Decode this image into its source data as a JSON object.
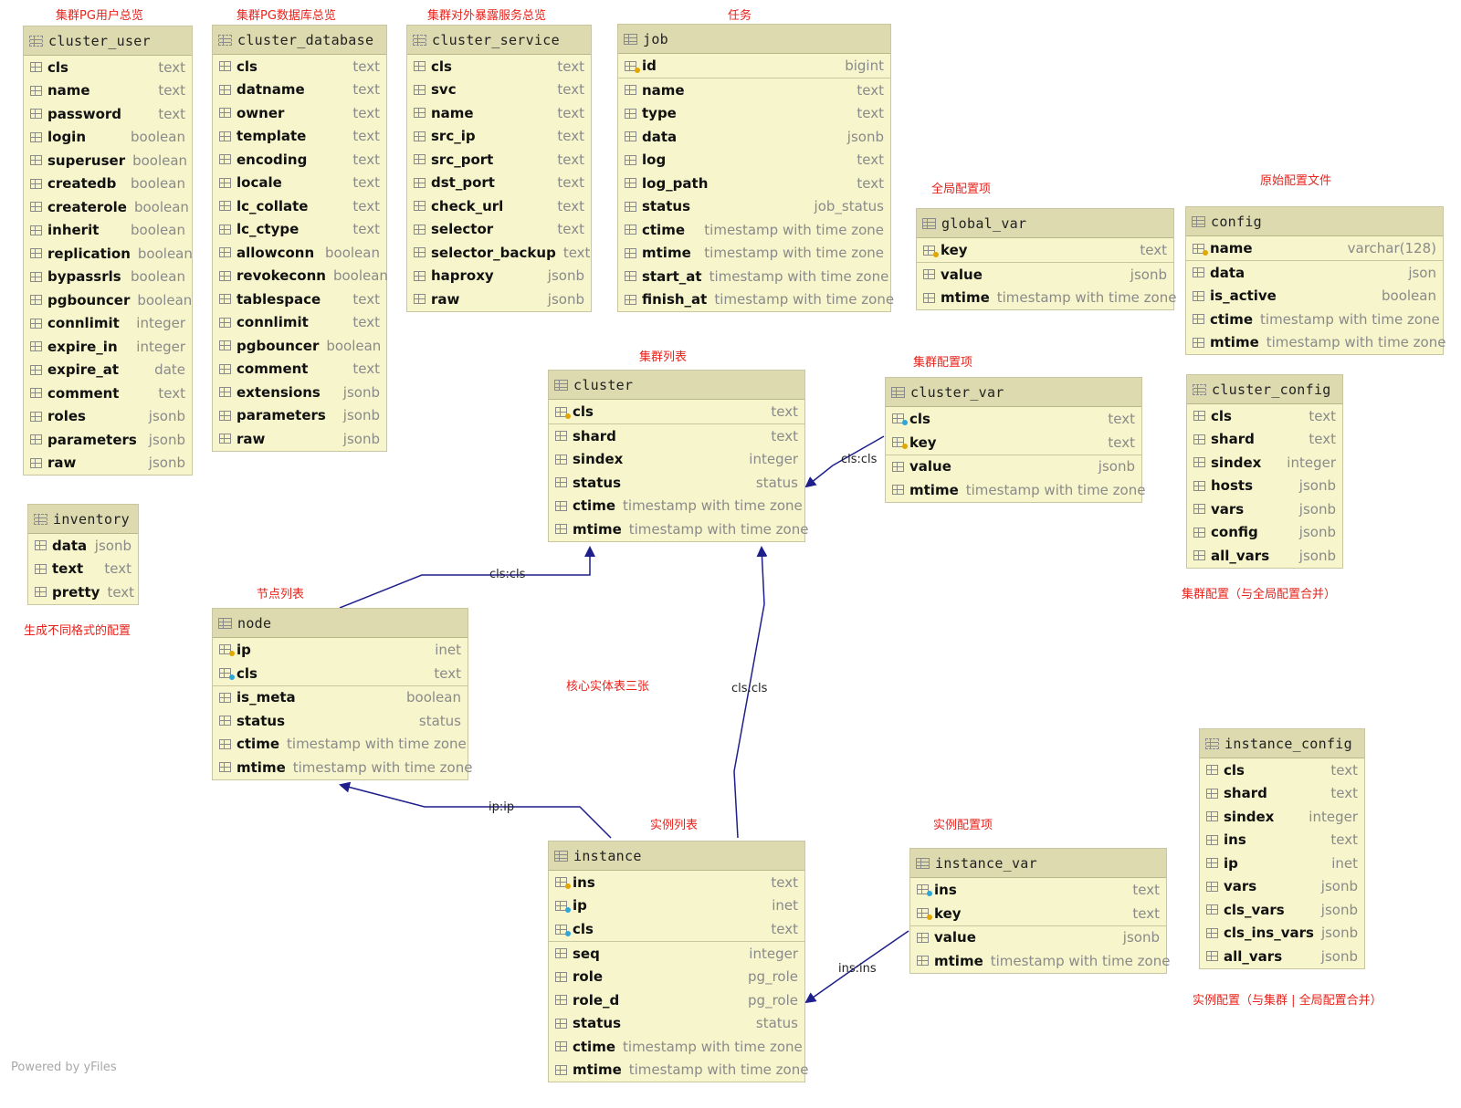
{
  "captions": {
    "cluster_user": "集群PG用户总览",
    "cluster_database": "集群PG数据库总览",
    "cluster_service": "集群对外暴露服务总览",
    "job": "任务",
    "global_var": "全局配置项",
    "config": "原始配置文件",
    "cluster": "集群列表",
    "cluster_var": "集群配置项",
    "cluster_config": "集群配置（与全局配置合并）",
    "inventory": "生成不同格式的配置",
    "node": "节点列表",
    "core": "核心实体表三张",
    "instance": "实例列表",
    "instance_var": "实例配置项",
    "instance_config": "实例配置（与集群 | 全局配置合并）"
  },
  "edge_labels": {
    "node_cluster": "cls:cls",
    "cluster_var_cluster": "cls:cls",
    "instance_cluster": "cls:cls",
    "instance_node": "ip:ip",
    "instance_var_instance": "ins:ins"
  },
  "footer": "Powered by yFiles",
  "colors": {
    "table_bg": "#f6f5cc",
    "header_bg": "#dcdaae",
    "edge": "#1f1f8c",
    "caption": "#e8231c"
  },
  "tables": {
    "cluster_user": {
      "name": "cluster_user",
      "kind": "view",
      "columns": [
        {
          "name": "cls",
          "type": "text"
        },
        {
          "name": "name",
          "type": "text"
        },
        {
          "name": "password",
          "type": "text"
        },
        {
          "name": "login",
          "type": "boolean"
        },
        {
          "name": "superuser",
          "type": "boolean"
        },
        {
          "name": "createdb",
          "type": "boolean"
        },
        {
          "name": "createrole",
          "type": "boolean"
        },
        {
          "name": "inherit",
          "type": "boolean"
        },
        {
          "name": "replication",
          "type": "boolean"
        },
        {
          "name": "bypassrls",
          "type": "boolean"
        },
        {
          "name": "pgbouncer",
          "type": "boolean"
        },
        {
          "name": "connlimit",
          "type": "integer"
        },
        {
          "name": "expire_in",
          "type": "integer"
        },
        {
          "name": "expire_at",
          "type": "date"
        },
        {
          "name": "comment",
          "type": "text"
        },
        {
          "name": "roles",
          "type": "jsonb"
        },
        {
          "name": "parameters",
          "type": "jsonb"
        },
        {
          "name": "raw",
          "type": "jsonb"
        }
      ]
    },
    "cluster_database": {
      "name": "cluster_database",
      "kind": "view",
      "columns": [
        {
          "name": "cls",
          "type": "text"
        },
        {
          "name": "datname",
          "type": "text"
        },
        {
          "name": "owner",
          "type": "text"
        },
        {
          "name": "template",
          "type": "text"
        },
        {
          "name": "encoding",
          "type": "text"
        },
        {
          "name": "locale",
          "type": "text"
        },
        {
          "name": "lc_collate",
          "type": "text"
        },
        {
          "name": "lc_ctype",
          "type": "text"
        },
        {
          "name": "allowconn",
          "type": "boolean"
        },
        {
          "name": "revokeconn",
          "type": "boolean"
        },
        {
          "name": "tablespace",
          "type": "text"
        },
        {
          "name": "connlimit",
          "type": "text"
        },
        {
          "name": "pgbouncer",
          "type": "boolean"
        },
        {
          "name": "comment",
          "type": "text"
        },
        {
          "name": "extensions",
          "type": "jsonb"
        },
        {
          "name": "parameters",
          "type": "jsonb"
        },
        {
          "name": "raw",
          "type": "jsonb"
        }
      ]
    },
    "cluster_service": {
      "name": "cluster_service",
      "kind": "view",
      "columns": [
        {
          "name": "cls",
          "type": "text"
        },
        {
          "name": "svc",
          "type": "text"
        },
        {
          "name": "name",
          "type": "text"
        },
        {
          "name": "src_ip",
          "type": "text"
        },
        {
          "name": "src_port",
          "type": "text"
        },
        {
          "name": "dst_port",
          "type": "text"
        },
        {
          "name": "check_url",
          "type": "text"
        },
        {
          "name": "selector",
          "type": "text"
        },
        {
          "name": "selector_backup",
          "type": "text"
        },
        {
          "name": "haproxy",
          "type": "jsonb"
        },
        {
          "name": "raw",
          "type": "jsonb"
        }
      ]
    },
    "job": {
      "name": "job",
      "kind": "table",
      "columns": [
        {
          "name": "id",
          "type": "bigint",
          "key": "pk"
        },
        {
          "name": "name",
          "type": "text"
        },
        {
          "name": "type",
          "type": "text"
        },
        {
          "name": "data",
          "type": "jsonb"
        },
        {
          "name": "log",
          "type": "text"
        },
        {
          "name": "log_path",
          "type": "text"
        },
        {
          "name": "status",
          "type": "job_status"
        },
        {
          "name": "ctime",
          "type": "timestamp with time zone"
        },
        {
          "name": "mtime",
          "type": "timestamp with time zone"
        },
        {
          "name": "start_at",
          "type": "timestamp with time zone"
        },
        {
          "name": "finish_at",
          "type": "timestamp with time zone"
        }
      ]
    },
    "global_var": {
      "name": "global_var",
      "kind": "table",
      "columns": [
        {
          "name": "key",
          "type": "text",
          "key": "pk"
        },
        {
          "name": "value",
          "type": "jsonb"
        },
        {
          "name": "mtime",
          "type": "timestamp with time zone"
        }
      ]
    },
    "config": {
      "name": "config",
      "kind": "table",
      "columns": [
        {
          "name": "name",
          "type": "varchar(128)",
          "key": "pk"
        },
        {
          "name": "data",
          "type": "json"
        },
        {
          "name": "is_active",
          "type": "boolean"
        },
        {
          "name": "ctime",
          "type": "timestamp with time zone"
        },
        {
          "name": "mtime",
          "type": "timestamp with time zone"
        }
      ]
    },
    "cluster": {
      "name": "cluster",
      "kind": "table",
      "columns": [
        {
          "name": "cls",
          "type": "text",
          "key": "pk"
        },
        {
          "name": "shard",
          "type": "text"
        },
        {
          "name": "sindex",
          "type": "integer"
        },
        {
          "name": "status",
          "type": "status"
        },
        {
          "name": "ctime",
          "type": "timestamp with time zone"
        },
        {
          "name": "mtime",
          "type": "timestamp with time zone"
        }
      ]
    },
    "cluster_var": {
      "name": "cluster_var",
      "kind": "table",
      "columns": [
        {
          "name": "cls",
          "type": "text",
          "key": "fk"
        },
        {
          "name": "key",
          "type": "text",
          "key": "pk"
        },
        {
          "name": "value",
          "type": "jsonb"
        },
        {
          "name": "mtime",
          "type": "timestamp with time zone"
        }
      ]
    },
    "cluster_config": {
      "name": "cluster_config",
      "kind": "view",
      "columns": [
        {
          "name": "cls",
          "type": "text"
        },
        {
          "name": "shard",
          "type": "text"
        },
        {
          "name": "sindex",
          "type": "integer"
        },
        {
          "name": "hosts",
          "type": "jsonb"
        },
        {
          "name": "vars",
          "type": "jsonb"
        },
        {
          "name": "config",
          "type": "jsonb"
        },
        {
          "name": "all_vars",
          "type": "jsonb"
        }
      ]
    },
    "inventory": {
      "name": "inventory",
      "kind": "view",
      "columns": [
        {
          "name": "data",
          "type": "jsonb"
        },
        {
          "name": "text",
          "type": "text"
        },
        {
          "name": "pretty",
          "type": "text"
        }
      ]
    },
    "node": {
      "name": "node",
      "kind": "table",
      "columns": [
        {
          "name": "ip",
          "type": "inet",
          "key": "pk"
        },
        {
          "name": "cls",
          "type": "text",
          "key": "fk"
        },
        {
          "name": "is_meta",
          "type": "boolean"
        },
        {
          "name": "status",
          "type": "status"
        },
        {
          "name": "ctime",
          "type": "timestamp with time zone"
        },
        {
          "name": "mtime",
          "type": "timestamp with time zone"
        }
      ]
    },
    "instance": {
      "name": "instance",
      "kind": "table",
      "columns": [
        {
          "name": "ins",
          "type": "text",
          "key": "pk"
        },
        {
          "name": "ip",
          "type": "inet",
          "key": "fk"
        },
        {
          "name": "cls",
          "type": "text",
          "key": "fk"
        },
        {
          "name": "seq",
          "type": "integer"
        },
        {
          "name": "role",
          "type": "pg_role"
        },
        {
          "name": "role_d",
          "type": "pg_role"
        },
        {
          "name": "status",
          "type": "status"
        },
        {
          "name": "ctime",
          "type": "timestamp with time zone"
        },
        {
          "name": "mtime",
          "type": "timestamp with time zone"
        }
      ]
    },
    "instance_var": {
      "name": "instance_var",
      "kind": "table",
      "columns": [
        {
          "name": "ins",
          "type": "text",
          "key": "fk"
        },
        {
          "name": "key",
          "type": "text",
          "key": "pk"
        },
        {
          "name": "value",
          "type": "jsonb"
        },
        {
          "name": "mtime",
          "type": "timestamp with time zone"
        }
      ]
    },
    "instance_config": {
      "name": "instance_config",
      "kind": "view",
      "columns": [
        {
          "name": "cls",
          "type": "text"
        },
        {
          "name": "shard",
          "type": "text"
        },
        {
          "name": "sindex",
          "type": "integer"
        },
        {
          "name": "ins",
          "type": "text"
        },
        {
          "name": "ip",
          "type": "inet"
        },
        {
          "name": "vars",
          "type": "jsonb"
        },
        {
          "name": "cls_vars",
          "type": "jsonb"
        },
        {
          "name": "cls_ins_vars",
          "type": "jsonb"
        },
        {
          "name": "all_vars",
          "type": "jsonb"
        }
      ]
    }
  }
}
